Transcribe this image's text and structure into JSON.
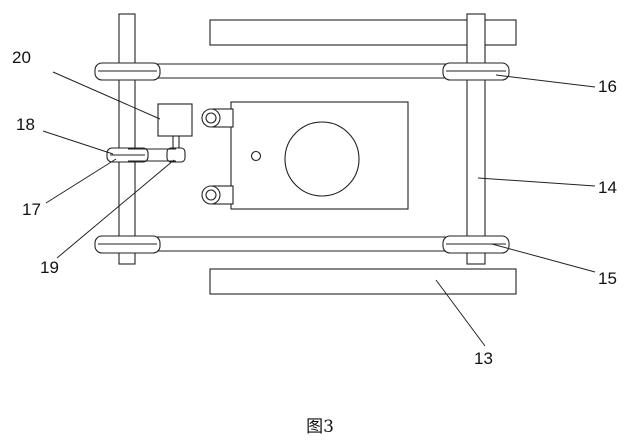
{
  "figure": {
    "caption": "图3",
    "labels": {
      "l13": "13",
      "l14": "14",
      "l15": "15",
      "l16": "16",
      "l17": "17",
      "l18": "18",
      "l19": "19",
      "l20": "20"
    }
  }
}
